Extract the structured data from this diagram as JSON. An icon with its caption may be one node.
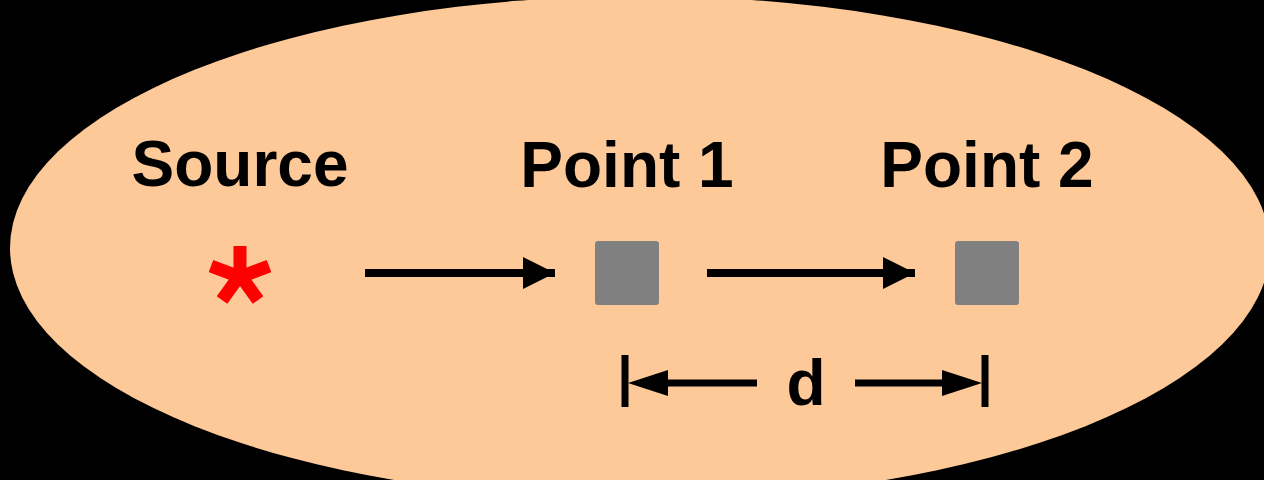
{
  "diagram": {
    "nodes": [
      {
        "text": [
          "Source"
        ]
      },
      {
        "text": [
          "Point 1"
        ]
      },
      {
        "text": [
          "Point 2"
        ]
      }
    ],
    "edges": [
      {
        "from": 0,
        "to": 1,
        "arrow": "to"
      },
      {
        "from": 1,
        "to": 2,
        "arrow": "to"
      }
    ],
    "labels": [
      "d"
    ]
  }
}
